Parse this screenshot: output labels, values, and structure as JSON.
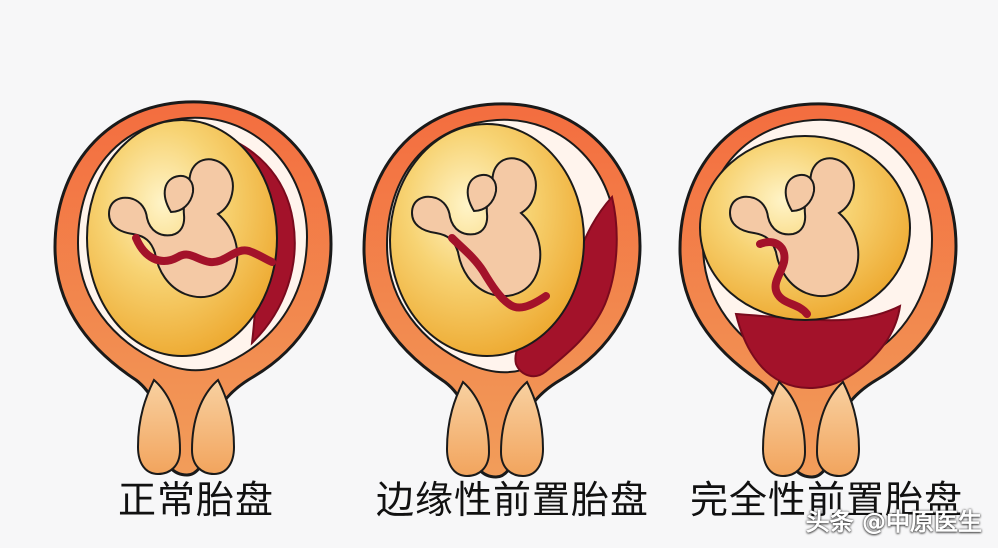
{
  "captions": {
    "normal": "正常胎盘",
    "marginal": "边缘性前置胎盘",
    "complete": "完全性前置胎盘"
  },
  "watermark": "头条 @中原医生",
  "colors": {
    "background": "#f7f7f8",
    "uterus_outer": "#f07a3d",
    "uterus_inner": "#ffb36c",
    "amniotic_fill": "#f2c04d",
    "placenta": "#a3122a",
    "fetus": "#f4c9a5",
    "outline": "#1a1a1a"
  },
  "icons": {
    "diagram-1": "uterus-normal-placenta-icon",
    "diagram-2": "uterus-marginal-previa-icon",
    "diagram-3": "uterus-complete-previa-icon"
  }
}
